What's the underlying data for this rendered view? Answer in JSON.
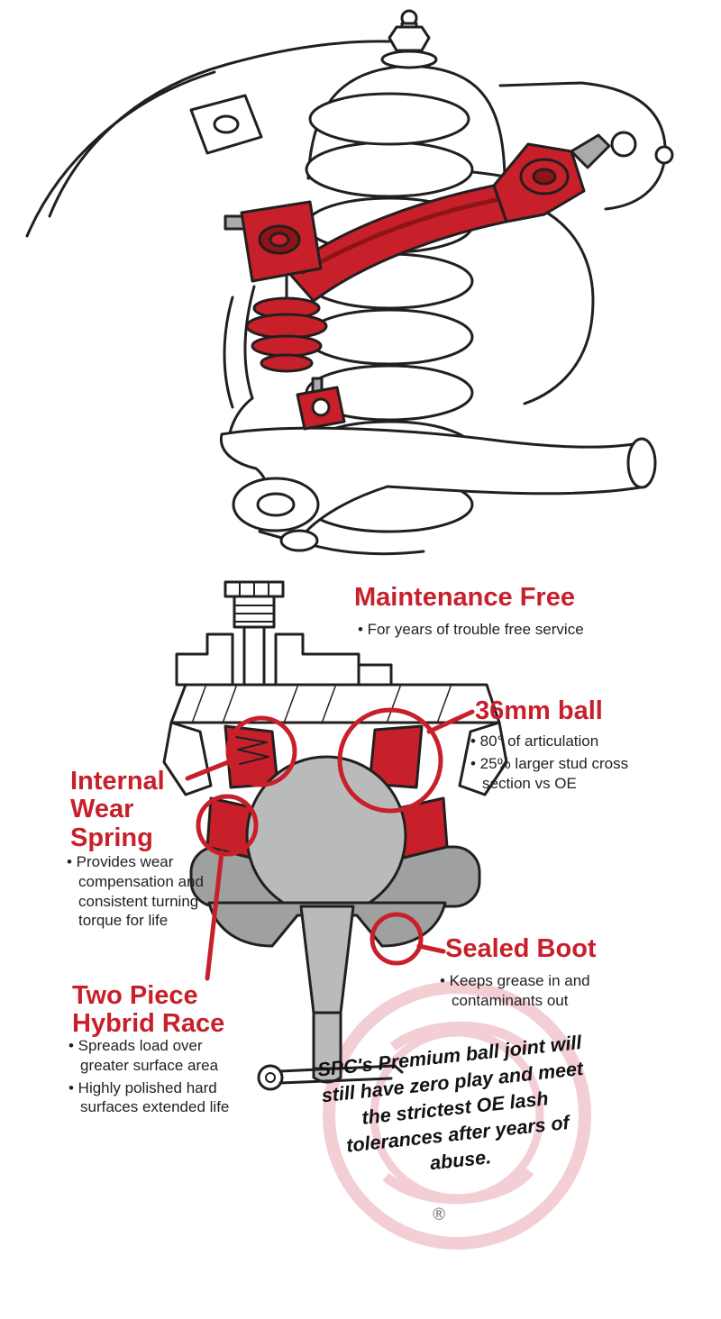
{
  "colors": {
    "accent_red": "#c8202a",
    "dark_red": "#8e1418",
    "line_black": "#231f20",
    "part_gray": "#b9bbba",
    "boot_gray": "#9fa1a0",
    "bolt_gray": "#a9abaa",
    "watermark_pink": "#f3ced5",
    "background": "#ffffff"
  },
  "callouts": {
    "maintenance_free": {
      "title": "Maintenance Free",
      "bullet1": "• For years of trouble free service"
    },
    "ball": {
      "title": "36mm ball",
      "bullet1": "• 80° of articulation",
      "bullet2": "• 25% larger stud cross section vs OE"
    },
    "internal_wear_spring": {
      "title": "Internal Wear Spring",
      "bullet1": "• Provides wear compensation and consistent turning torque for life"
    },
    "two_piece_hybrid_race": {
      "title": "Two Piece Hybrid Race",
      "bullet1": "• Spreads load over greater surface area",
      "bullet2": "• Highly polished hard surfaces extended life"
    },
    "sealed_boot": {
      "title": "Sealed Boot",
      "bullet1": "• Keeps grease in and contaminants out"
    }
  },
  "footer": {
    "note": "SPC's Premium ball joint will still have zero play and meet the strictest OE lash tolerances after years of abuse.",
    "registered_mark": "®"
  }
}
